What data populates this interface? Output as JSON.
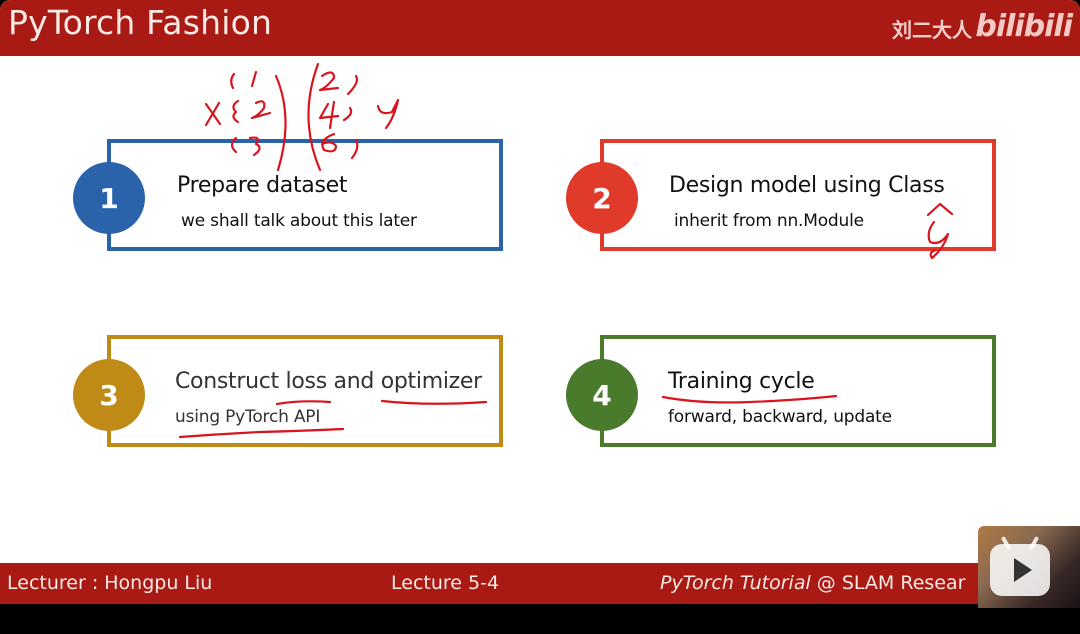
{
  "header": {
    "title": "PyTorch Fashion",
    "uploader": "刘二大人",
    "platform_logo": "bilibili"
  },
  "cards": [
    {
      "number": "1",
      "title": "Prepare dataset",
      "subtitle": "we shall talk about this later",
      "color": "#2a63a9"
    },
    {
      "number": "2",
      "title": "Design model using Class",
      "subtitle": "inherit from nn.Module",
      "color": "#e03a2b"
    },
    {
      "number": "3",
      "title": "Construct loss and optimizer",
      "subtitle": "using PyTorch API",
      "color": "#bf8a16"
    },
    {
      "number": "4",
      "title": "Training cycle",
      "subtitle": "forward, backward, update",
      "color": "#4a7a2c"
    }
  ],
  "annotations": {
    "x_label": "x",
    "x_values": [
      "1",
      "2",
      "3"
    ],
    "y_label": "y",
    "y_values": [
      "2",
      "4",
      "6"
    ],
    "y_hat": "ŷ"
  },
  "footer": {
    "lecturer": "Lecturer : Hongpu Liu",
    "lecture": "Lecture 5-4",
    "course_italic": "PyTorch Tutorial",
    "course_rest": " @ SLAM Resear"
  },
  "video_overlay": {
    "icon": "play-icon"
  },
  "colors": {
    "header_bg": "#a81a13",
    "footer_bg": "#a81a13",
    "ink": "#d8141e"
  }
}
